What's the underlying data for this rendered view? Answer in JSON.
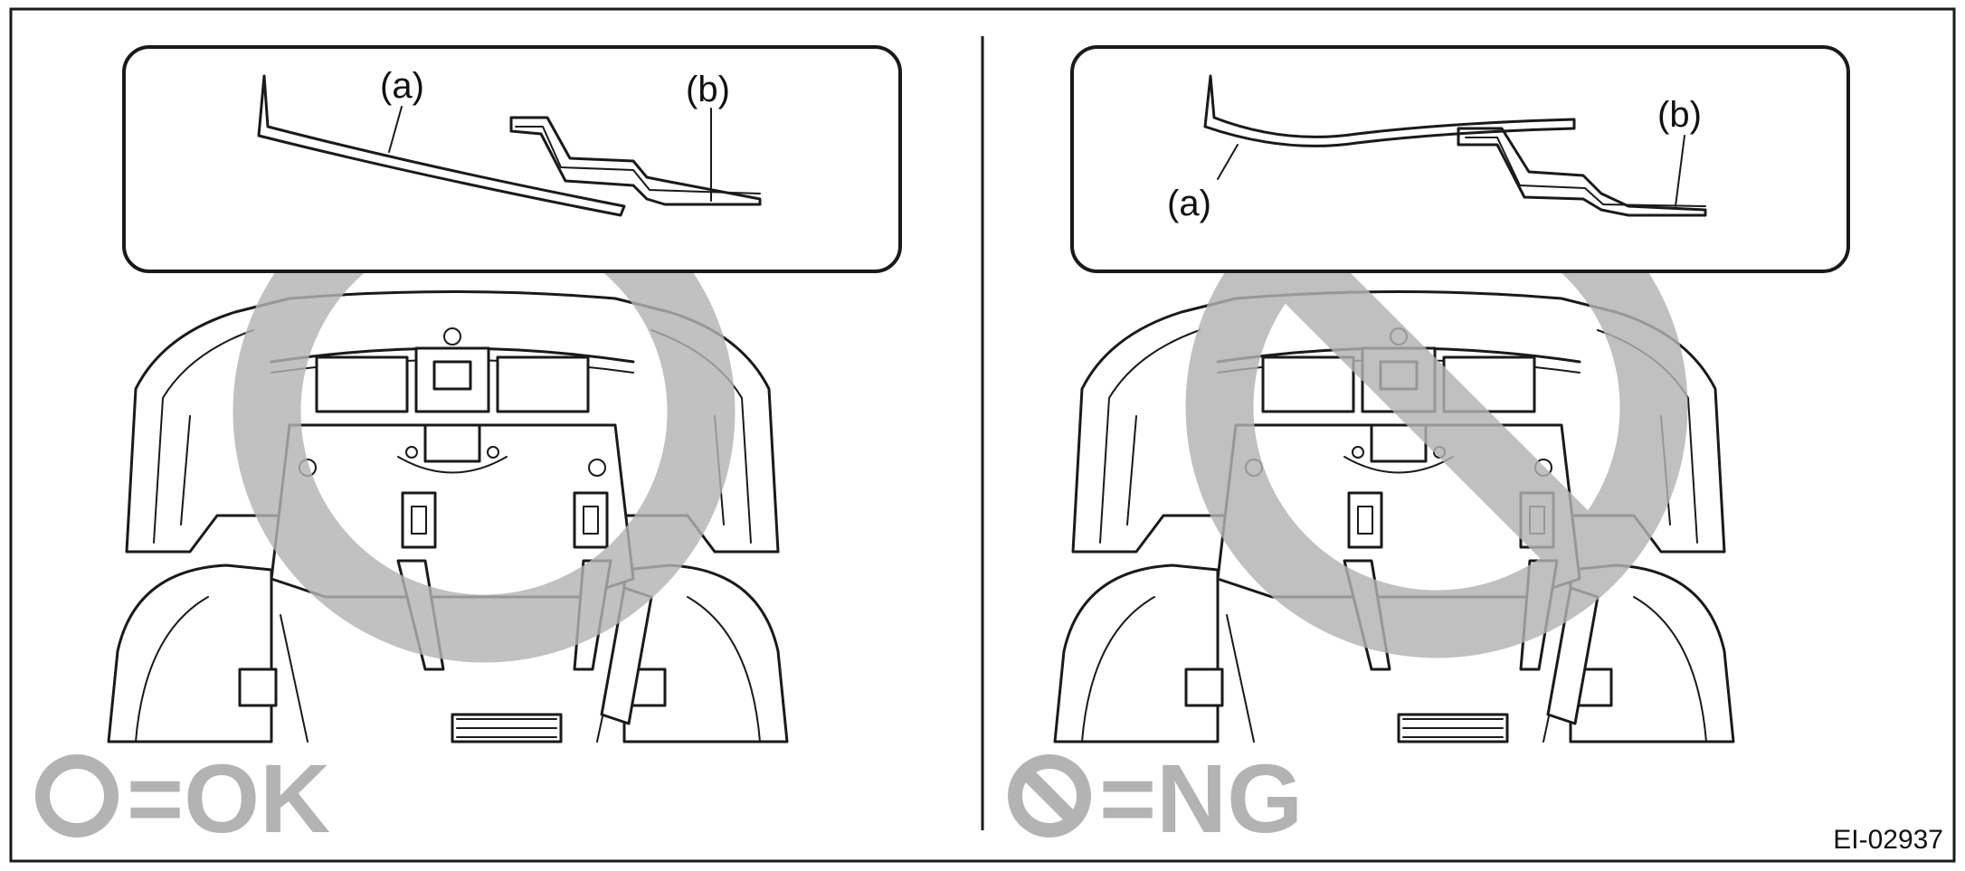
{
  "left_panel": {
    "label_a": "(a)",
    "label_b": "(b)",
    "legend_text": "=OK",
    "legend_icon": "ok-circle-icon",
    "status": "OK"
  },
  "right_panel": {
    "label_a": "(a)",
    "label_b": "(b)",
    "legend_text": "=NG",
    "legend_icon": "prohibited-icon",
    "status": "NG"
  },
  "figure_code": "EI-02937",
  "colors": {
    "line": "#1a1a1a",
    "symbol_gray": "#b3b3b3"
  }
}
